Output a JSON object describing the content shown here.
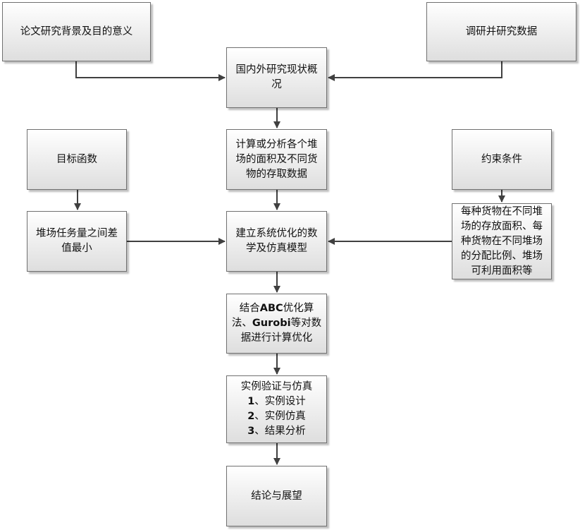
{
  "nodes": {
    "background": "论文研究背景及目的意义",
    "survey_data": "调研并研究数据",
    "status": "国内外研究现状概况",
    "compute": "计算或分析各个堆场的面积及不同货物的存取数据",
    "objective": "目标函数",
    "constraints": "约束条件",
    "objective_detail": "堆场任务量之间差值最小",
    "model": "建立系统优化的数学及仿真模型",
    "constraint_detail": "每种货物在不同堆场的存放面积、每种货物在不同堆场的分配比例、堆场可利用面积等",
    "optimize": [
      "结合",
      "ABC",
      "优化算法、",
      "Gurobi",
      "等对数据进行计算优化"
    ],
    "verify": {
      "title": "实例验证与仿真",
      "items": [
        {
          "num": "1",
          "text": "、实例设计"
        },
        {
          "num": "2",
          "text": "、实例仿真"
        },
        {
          "num": "3",
          "text": "、结果分析"
        }
      ]
    },
    "conclusion": "结论与展望"
  },
  "colors": {
    "arrow": "#404040",
    "border": "#707070"
  }
}
